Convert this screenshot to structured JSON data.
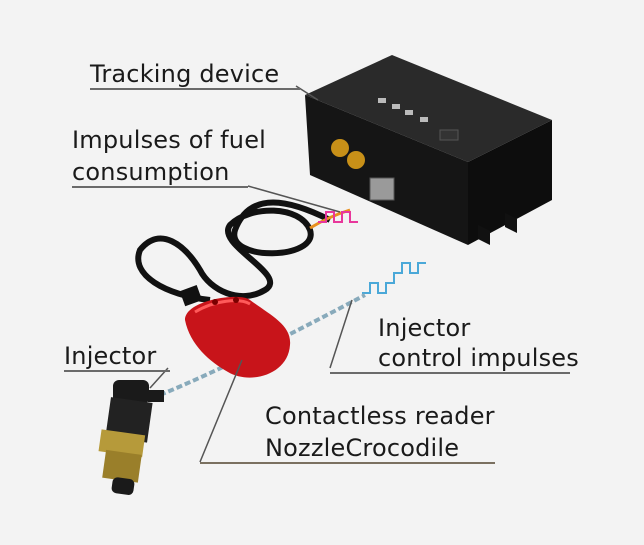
{
  "labels": {
    "tracking_device": "Tracking device",
    "impulses_fuel_line1": "Impulses of fuel",
    "impulses_fuel_line2": "consumption",
    "injector": "Injector",
    "injector_control_line1": "Injector",
    "injector_control_line2": "control impulses",
    "reader_line1": "Contactless reader",
    "reader_line2": "NozzleCrocodile"
  },
  "colors": {
    "fuel_impulse_signal": "#e8379b",
    "injector_control_signal": "#4aa8d8",
    "reader_body": "#c8141a",
    "device_body": "#1c1c1c",
    "leader_line": "#555555"
  }
}
